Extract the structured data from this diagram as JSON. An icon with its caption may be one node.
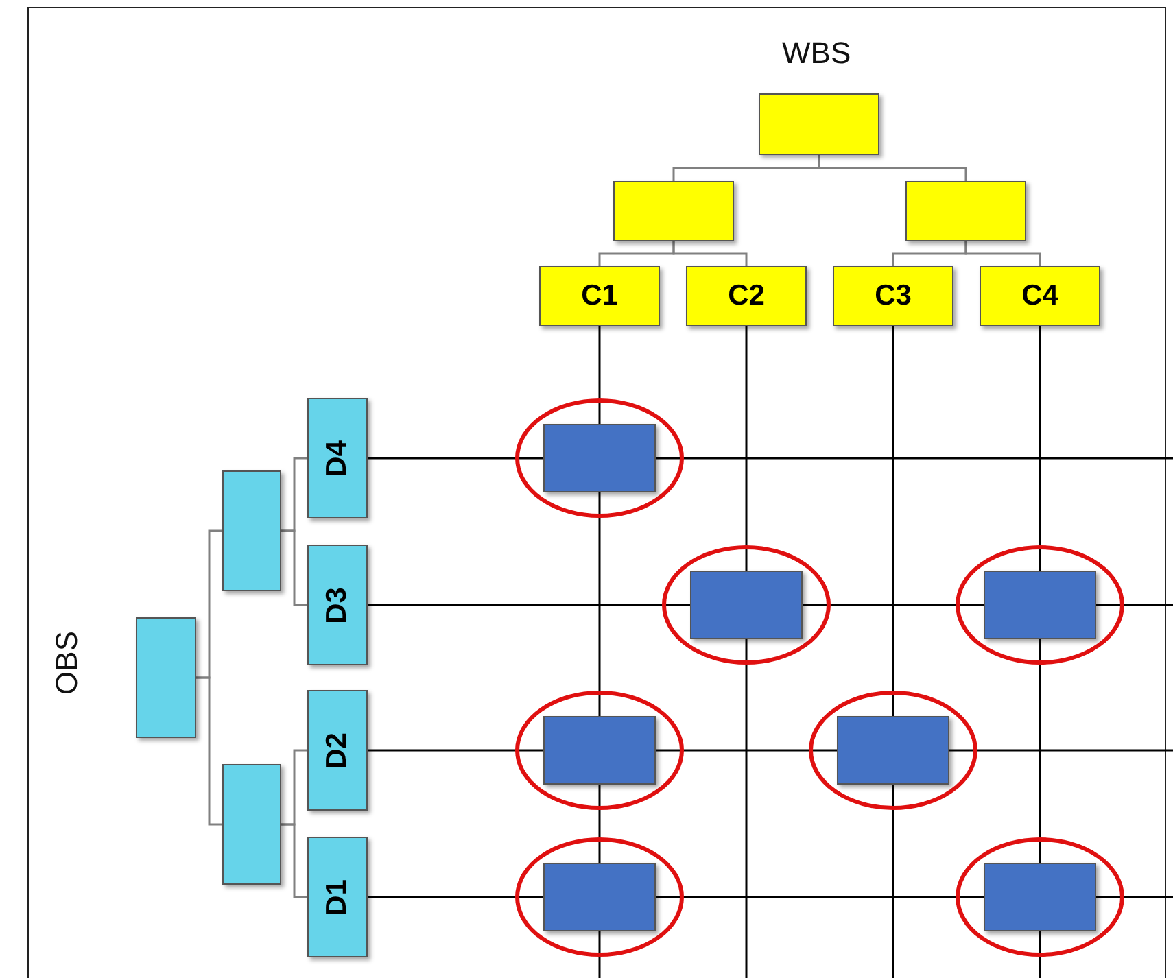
{
  "diagram": {
    "nodes": [
      {
        "text": [],
        "shape": "box"
      },
      {
        "text": [],
        "shape": "box"
      },
      {
        "text": [],
        "shape": "box"
      },
      {
        "text": [
          "C1"
        ]
      },
      {
        "text": [
          "C2"
        ]
      },
      {
        "text": [
          "C3"
        ]
      },
      {
        "text": [
          "C4"
        ]
      },
      {
        "text": [],
        "shape": "box"
      },
      {
        "text": [],
        "shape": "box"
      },
      {
        "text": [],
        "shape": "box"
      },
      {
        "text": [
          "D4"
        ]
      },
      {
        "text": [
          "D3"
        ]
      },
      {
        "text": [
          "D2"
        ]
      },
      {
        "text": [
          "D1"
        ]
      },
      {
        "text": [],
        "shape": "ellipse"
      },
      {
        "text": [],
        "shape": "box",
        "in": 14
      },
      {
        "text": [],
        "shape": "ellipse"
      },
      {
        "text": [],
        "shape": "box",
        "in": 16
      },
      {
        "text": [],
        "shape": "ellipse"
      },
      {
        "text": [],
        "shape": "box",
        "in": 18
      },
      {
        "text": [],
        "shape": "ellipse"
      },
      {
        "text": [],
        "shape": "box",
        "in": 20
      },
      {
        "text": [],
        "shape": "ellipse"
      },
      {
        "text": [],
        "shape": "box",
        "in": 22
      },
      {
        "text": [],
        "shape": "ellipse"
      },
      {
        "text": [],
        "shape": "box",
        "in": 24
      },
      {
        "text": [],
        "shape": "ellipse"
      },
      {
        "text": [],
        "shape": "box",
        "in": 26
      }
    ],
    "edges": [
      {
        "from": 0,
        "to": 1,
        "arrow": "none",
        "color": "#808080"
      },
      {
        "from": 0,
        "to": 2,
        "arrow": "none",
        "color": "#808080"
      },
      {
        "from": 1,
        "to": 3,
        "arrow": "none",
        "color": "#808080"
      },
      {
        "from": 1,
        "to": 4,
        "arrow": "none",
        "color": "#808080"
      },
      {
        "from": 2,
        "to": 5,
        "arrow": "none",
        "color": "#808080"
      },
      {
        "from": 2,
        "to": 6,
        "arrow": "none",
        "color": "#808080"
      },
      {
        "from": 7,
        "to": 8,
        "arrow": "none",
        "color": "#808080"
      },
      {
        "from": 7,
        "to": 9,
        "arrow": "none",
        "color": "#808080"
      },
      {
        "from": 8,
        "to": 10,
        "arrow": "none",
        "color": "#808080"
      },
      {
        "from": 8,
        "to": 11,
        "arrow": "none",
        "color": "#808080"
      },
      {
        "from": 9,
        "to": 12,
        "arrow": "none",
        "color": "#808080"
      },
      {
        "from": 9,
        "to": 13,
        "arrow": "none",
        "color": "#808080"
      },
      {
        "from": 3,
        "to": 15,
        "arrow": "none"
      },
      {
        "from": 15,
        "to": 21,
        "arrow": "none"
      },
      {
        "from": 21,
        "to": 25,
        "arrow": "none"
      },
      {
        "from": 4,
        "to": 17,
        "arrow": "none"
      },
      {
        "from": 5,
        "to": 23,
        "arrow": "none"
      },
      {
        "from": 6,
        "to": 19,
        "arrow": "none"
      },
      {
        "from": 19,
        "to": 27,
        "arrow": "none"
      },
      {
        "from": 10,
        "to": 15,
        "arrow": "none"
      },
      {
        "from": 11,
        "to": 17,
        "arrow": "none"
      },
      {
        "from": 17,
        "to": 19,
        "arrow": "none"
      },
      {
        "from": 12,
        "to": 21,
        "arrow": "none"
      },
      {
        "from": 21,
        "to": 23,
        "arrow": "none"
      },
      {
        "from": 13,
        "to": 25,
        "arrow": "none"
      },
      {
        "from": 25,
        "to": 27,
        "arrow": "none"
      }
    ],
    "labels": [
      "WBS",
      "OBS"
    ]
  }
}
